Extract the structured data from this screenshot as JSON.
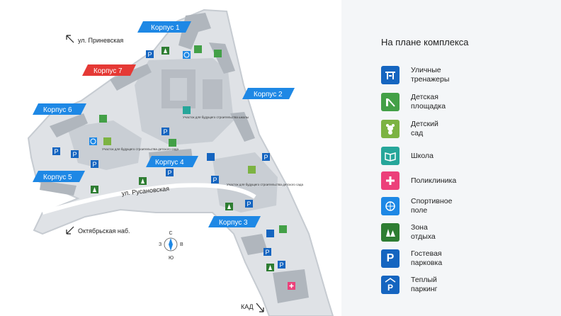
{
  "map": {
    "buildings": [
      {
        "id": "k1",
        "label": "Корпус 1",
        "color": "#1e88e5"
      },
      {
        "id": "k2",
        "label": "Корпус 2",
        "color": "#1e88e5"
      },
      {
        "id": "k3",
        "label": "Корпус 3",
        "color": "#1e88e5"
      },
      {
        "id": "k4",
        "label": "Корпус 4",
        "color": "#1e88e5"
      },
      {
        "id": "k5",
        "label": "Корпус 5",
        "color": "#1e88e5"
      },
      {
        "id": "k6",
        "label": "Корпус 6",
        "color": "#1e88e5"
      },
      {
        "id": "k7",
        "label": "Корпус 7",
        "color": "#e53935"
      }
    ],
    "streets": {
      "prinevskaya": "ул. Приневская",
      "rusanovskaya": "ул. Русановская",
      "oktyabrskaya": "Октябрьская наб.",
      "kad": "КАД"
    },
    "plots": {
      "school_plot": "Участок для будущего строительства школы",
      "kindergarten_plot_left": "Участок для будущего строительства детского сада",
      "kindergarten_plot_right": "Участок для будущего строительства детского сада"
    },
    "compass": {
      "n": "С",
      "s": "Ю",
      "w": "З",
      "e": "В"
    }
  },
  "legend": {
    "title": "На плане комплекса",
    "items": [
      {
        "icon": "exercise-equipment-icon",
        "label": "Уличные\nтренажеры",
        "color": "#1565c0"
      },
      {
        "icon": "playground-icon",
        "label": "Детская\nплощадка",
        "color": "#43a047"
      },
      {
        "icon": "kindergarten-icon",
        "label": "Детский\nсад",
        "color": "#7cb342"
      },
      {
        "icon": "school-icon",
        "label": "Школа",
        "color": "#26a69a"
      },
      {
        "icon": "clinic-icon",
        "label": "Поликлиника",
        "color": "#ec407a"
      },
      {
        "icon": "sports-field-icon",
        "label": "Спортивное\nполе",
        "color": "#1e88e5"
      },
      {
        "icon": "recreation-zone-icon",
        "label": "Зона\nотдыха",
        "color": "#2e7d32"
      },
      {
        "icon": "guest-parking-icon",
        "label": "Гостевая\nпарковка",
        "color": "#1565c0"
      },
      {
        "icon": "warm-parking-icon",
        "label": "Теплый\nпаркинг",
        "color": "#1565c0"
      }
    ]
  }
}
